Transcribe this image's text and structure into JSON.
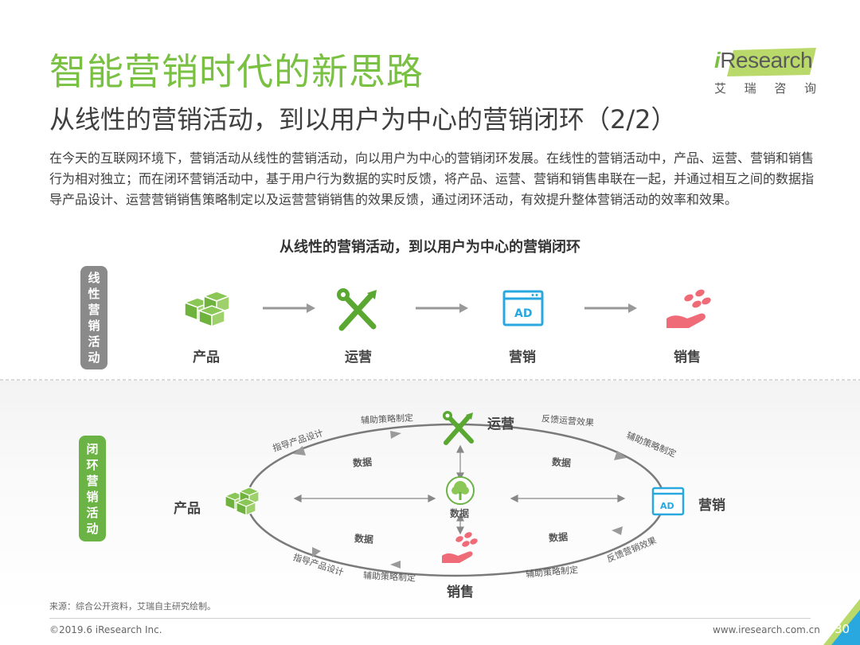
{
  "title": "智能营销时代的新思路",
  "subtitle": "从线性的营销活动，到以用户为中心的营销闭环（2/2）",
  "logo": {
    "text_i": "i",
    "text_rest": "Research",
    "cn": [
      "艾",
      "瑞",
      "咨",
      "询"
    ]
  },
  "intro": "在今天的互联网环境下，营销活动从线性的营销活动，向以用户为中心的营销闭环发展。在线性的营销活动中，产品、运营、营销和销售行为相对独立；而在闭环营销活动中，基于用户行为数据的实时反馈，将产品、运营、营销和销售串联在一起，并通过相互之间的数据指导产品设计、运营营销销售策略制定以及运营营销销售的效果反馈，通过闭环活动，有效提升整体营销活动的效率和效果。",
  "diagram_title": "从线性的营销活动，到以用户为中心的营销闭环",
  "linear": {
    "label": [
      "线",
      "性",
      "营",
      "销",
      "活",
      "动"
    ],
    "nodes": [
      "产品",
      "运营",
      "营销",
      "销售"
    ]
  },
  "closed": {
    "label": [
      "闭",
      "环",
      "营",
      "销",
      "活",
      "动"
    ],
    "nodes": {
      "product": "产品",
      "ops": "运营",
      "marketing": "营销",
      "sales": "销售",
      "center": "数据"
    },
    "edges": {
      "guide_design_top": "指导产品设计",
      "assist_strategy_top": "辅助策略制定",
      "feedback_ops": "反馈运营效果",
      "assist_strategy_right": "辅助策略制定",
      "guide_design_bottom": "指导产品设计",
      "assist_strategy_bottom_left": "辅助策略制定",
      "assist_strategy_bottom_right": "辅助策略制定",
      "feedback_marketing": "反馈营销效果",
      "data_tl": "数据",
      "data_tr": "数据",
      "data_bl": "数据",
      "data_br": "数据"
    },
    "ad_text": "AD"
  },
  "source": "来源：综合公开资料，艾瑞自主研究绘制。",
  "copyright": "©2019.6 iResearch Inc.",
  "website": "www.iresearch.com.cn",
  "page_number": "30",
  "colors": {
    "green": "#7ac143",
    "blue": "#29a8e0",
    "pink": "#f06b78",
    "gray": "#8a8a8a"
  }
}
